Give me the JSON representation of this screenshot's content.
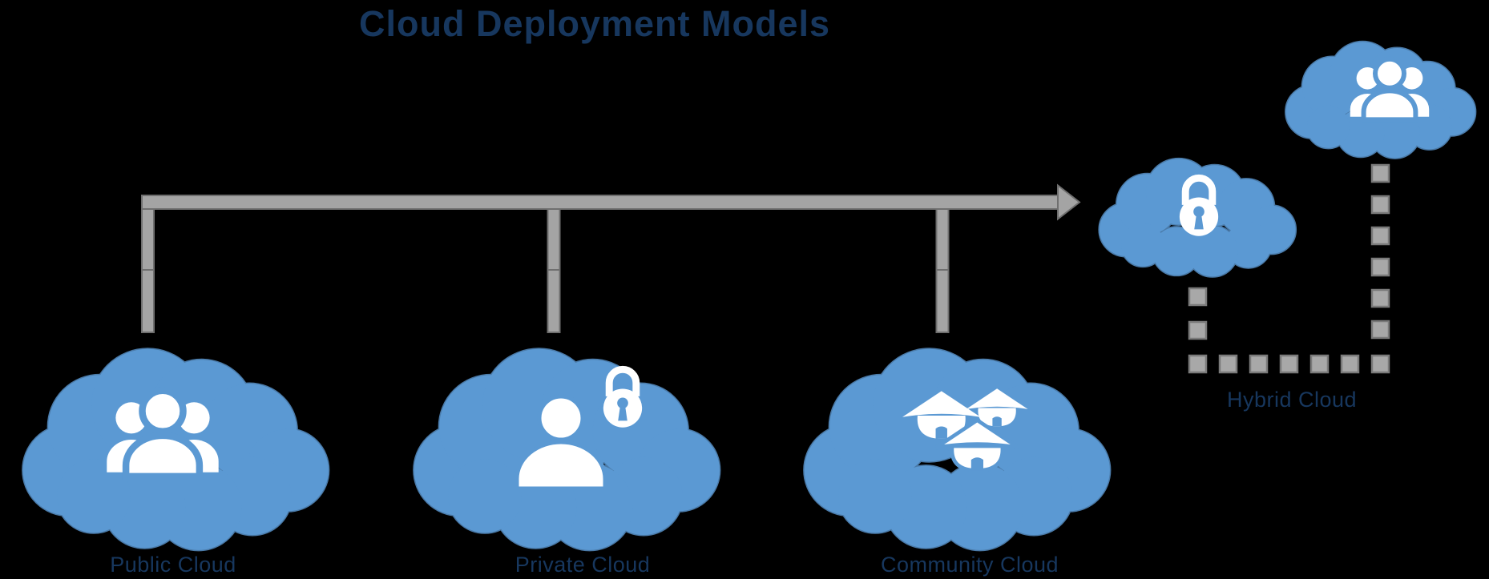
{
  "title": "Cloud Deployment Models",
  "palette": {
    "background": "#000000",
    "cloud_fill": "#5b99d3",
    "cloud_stroke": "#4a7aa8",
    "icon_fill": "#ffffff",
    "connector_fill": "#a4a4a4",
    "connector_stroke": "#6f6f6f",
    "dash_fill": "#a8a8a8",
    "dash_stroke": "#7a7a7a",
    "label_color": "#17375e"
  },
  "nodes": [
    {
      "id": "public-cloud",
      "label": "Public Cloud",
      "icon": "people-group-icon"
    },
    {
      "id": "private-cloud",
      "label": "Private Cloud",
      "icon": "person-lock-icon"
    },
    {
      "id": "community-cloud",
      "label": "Community Cloud",
      "icon": "houses-icon"
    },
    {
      "id": "hybrid-cloud",
      "label": "Hybrid Cloud",
      "members": [
        {
          "id": "hybrid-private-cloud",
          "icon": "padlock-icon"
        },
        {
          "id": "hybrid-public-cloud",
          "icon": "people-group-icon"
        }
      ]
    }
  ],
  "connectors": {
    "solid_arrow": {
      "style": "solid",
      "shape": "bracket-with-right-arrowhead"
    },
    "hybrid_link": {
      "style": "dashed-squares",
      "shape": "elbow"
    }
  }
}
